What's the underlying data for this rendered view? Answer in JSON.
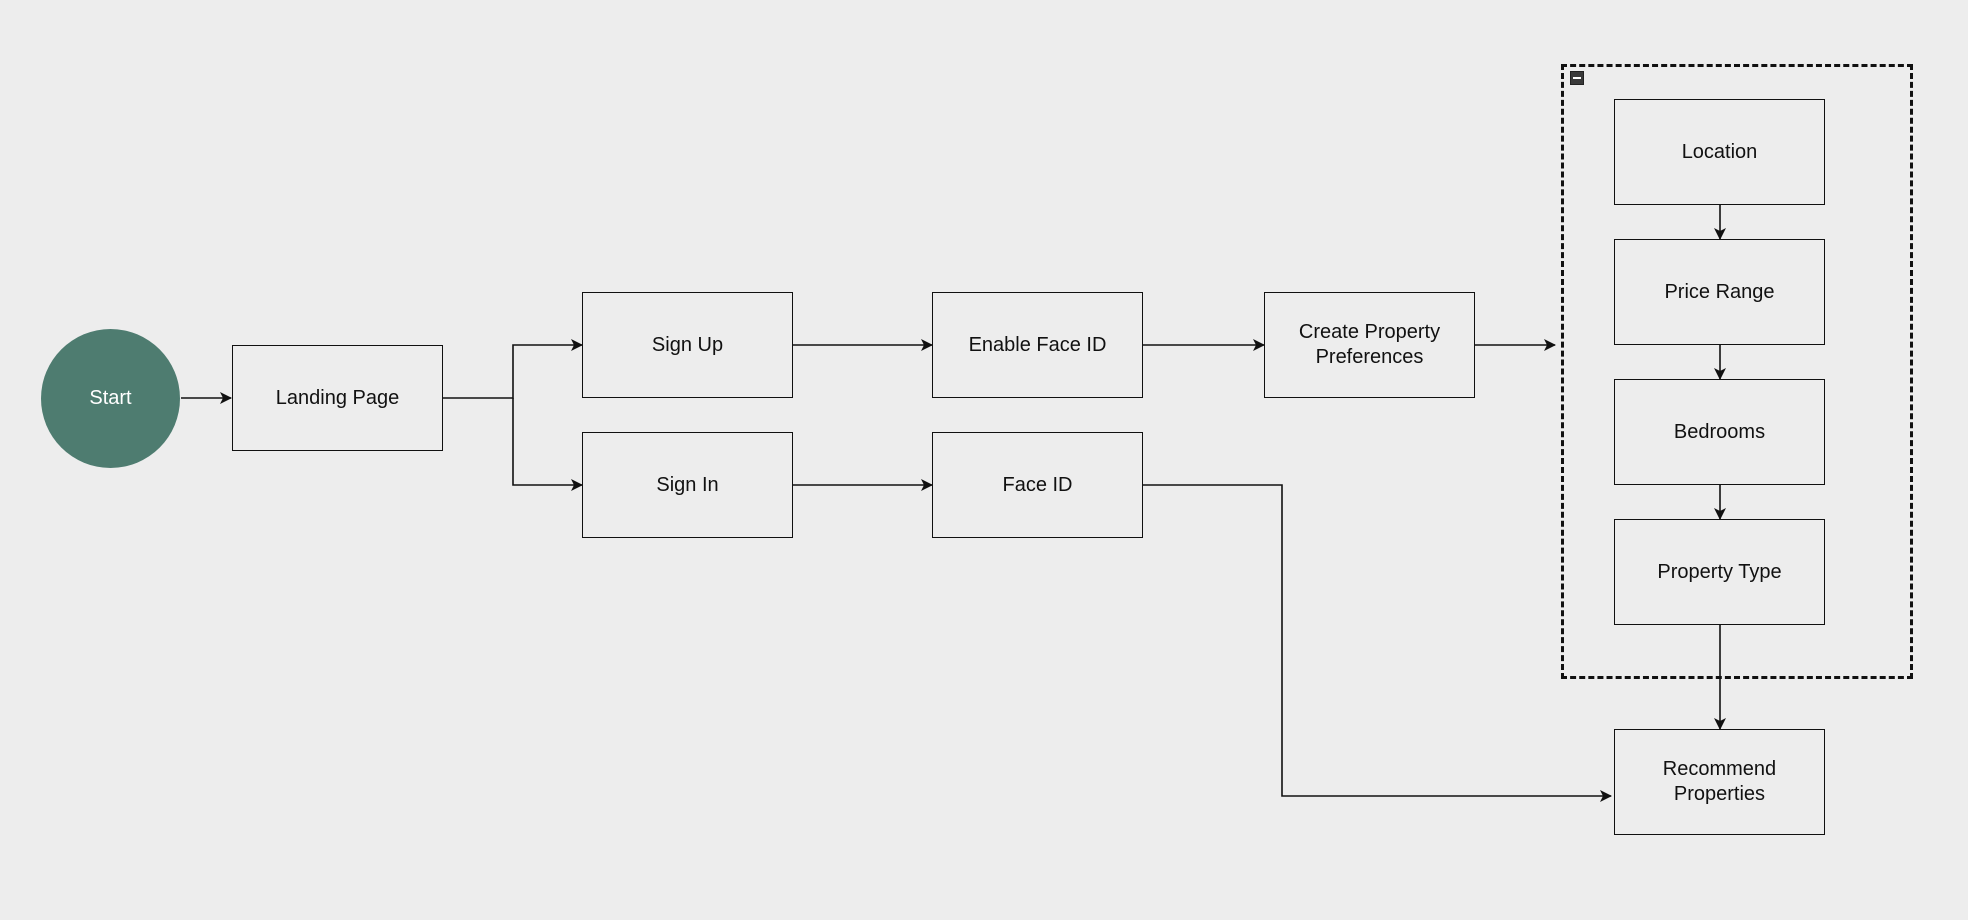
{
  "diagram": {
    "background": "#ededed",
    "nodes": {
      "start": {
        "label": "Start",
        "fill": "#4e7c70"
      },
      "landing_page": {
        "label": "Landing Page"
      },
      "sign_up": {
        "label": "Sign Up"
      },
      "sign_in": {
        "label": "Sign In"
      },
      "enable_face_id": {
        "label": "Enable Face ID"
      },
      "face_id": {
        "label": "Face ID"
      },
      "create_property_preferences": {
        "label": "Create Property\nPreferences"
      },
      "location": {
        "label": "Location"
      },
      "price_range": {
        "label": "Price Range"
      },
      "bedrooms": {
        "label": "Bedrooms"
      },
      "property_type": {
        "label": "Property Type"
      },
      "recommend_properties": {
        "label": "Recommend\nProperties"
      }
    },
    "group": {
      "collapse_icon": "minus-icon"
    },
    "edges": [
      {
        "from": "start",
        "to": "landing_page"
      },
      {
        "from": "landing_page",
        "to": "sign_up"
      },
      {
        "from": "landing_page",
        "to": "sign_in"
      },
      {
        "from": "sign_up",
        "to": "enable_face_id"
      },
      {
        "from": "sign_in",
        "to": "face_id"
      },
      {
        "from": "enable_face_id",
        "to": "create_property_preferences"
      },
      {
        "from": "create_property_preferences",
        "to": "preferences_group"
      },
      {
        "from": "location",
        "to": "price_range"
      },
      {
        "from": "price_range",
        "to": "bedrooms"
      },
      {
        "from": "bedrooms",
        "to": "property_type"
      },
      {
        "from": "property_type",
        "to": "recommend_properties"
      },
      {
        "from": "face_id",
        "to": "recommend_properties"
      }
    ]
  }
}
